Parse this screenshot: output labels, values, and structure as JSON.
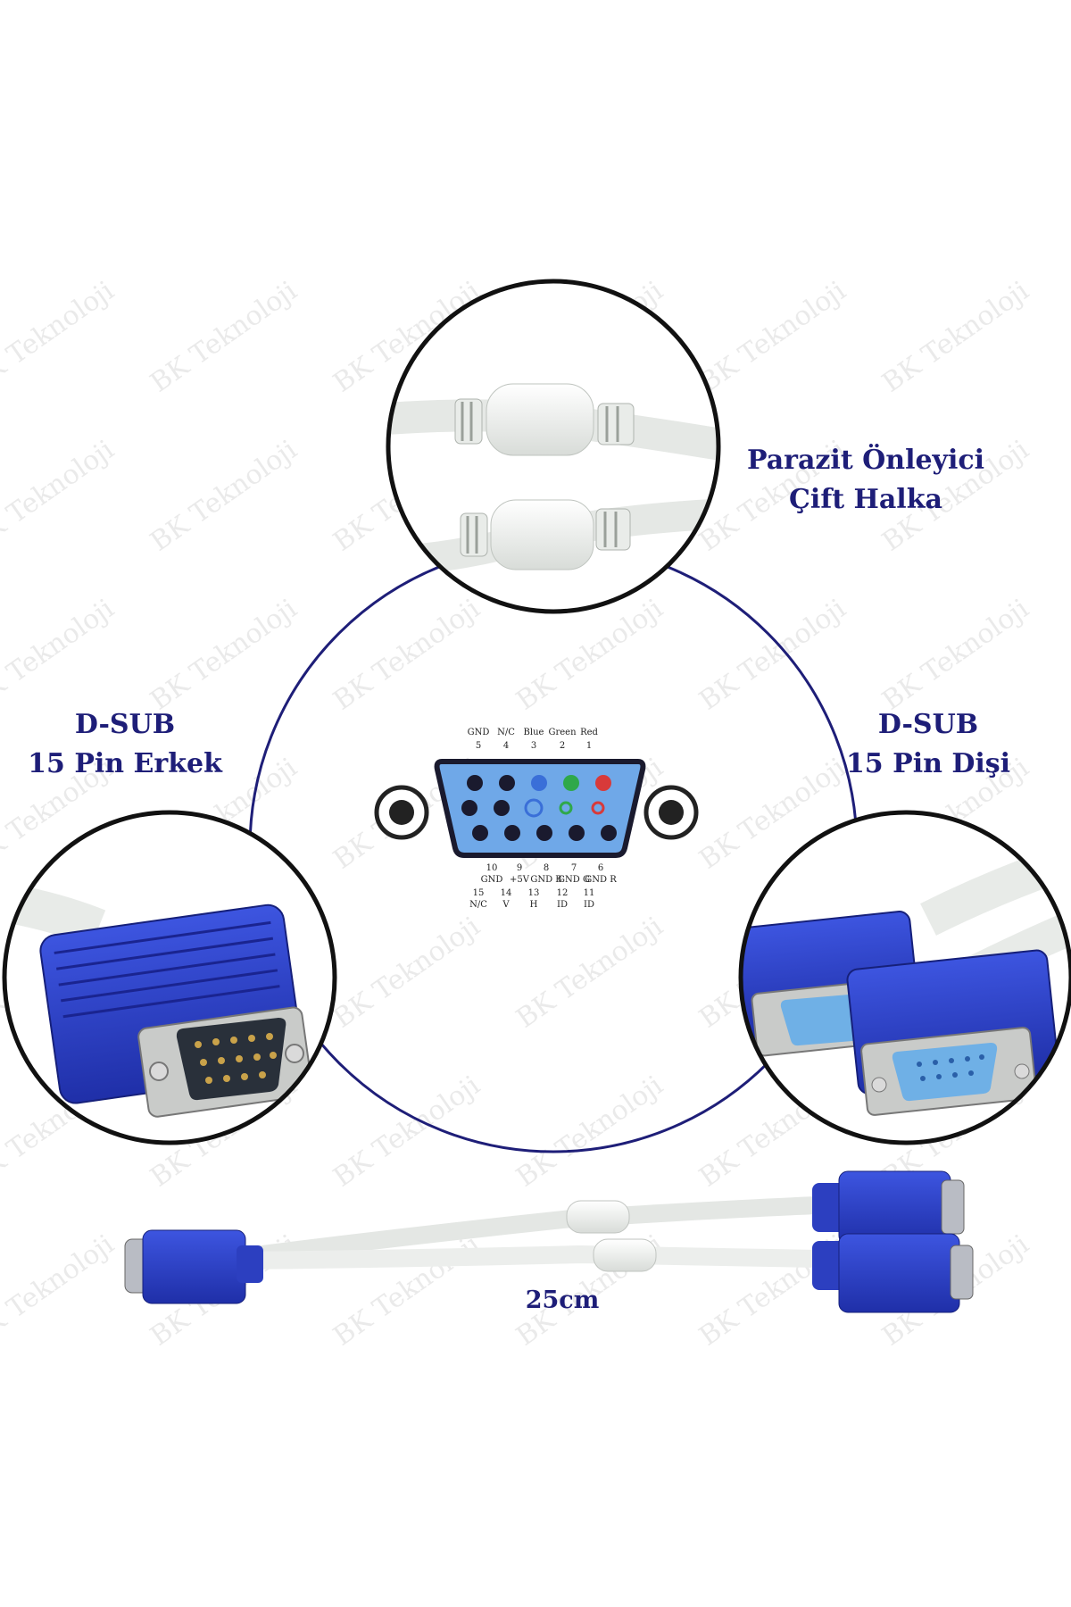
{
  "labels": {
    "top_line1": "Parazit Önleyici",
    "top_line2": "Çift Halka",
    "left_line1": "D-SUB",
    "left_line2": "15 Pin Erkek",
    "right_line1": "D-SUB",
    "right_line2": "15 Pin Dişi",
    "length": "25cm"
  },
  "watermark": "BK Teknoloji",
  "pinout": {
    "top_pins": [
      {
        "num": "5",
        "name": "GND"
      },
      {
        "num": "4",
        "name": "N/C"
      },
      {
        "num": "3",
        "name": "Blue"
      },
      {
        "num": "2",
        "name": "Green"
      },
      {
        "num": "1",
        "name": "Red"
      }
    ],
    "bottom_pins": [
      {
        "num": "10",
        "name": "GND"
      },
      {
        "num": "9",
        "name": "+5V"
      },
      {
        "num": "8",
        "name": "GND B"
      },
      {
        "num": "7",
        "name": "GND G"
      },
      {
        "num": "6",
        "name": "GND R"
      }
    ],
    "lower_pins": [
      {
        "num": "15",
        "name": "N/C"
      },
      {
        "num": "14",
        "name": "V"
      },
      {
        "num": "13",
        "name": "H"
      },
      {
        "num": "12",
        "name": "ID"
      },
      {
        "num": "11",
        "name": "ID"
      }
    ]
  },
  "colors": {
    "label": "#1e1e78",
    "ring": "#1e1e78",
    "connector_blue": "#2a3fc9",
    "cable_white": "#eef0ee"
  }
}
